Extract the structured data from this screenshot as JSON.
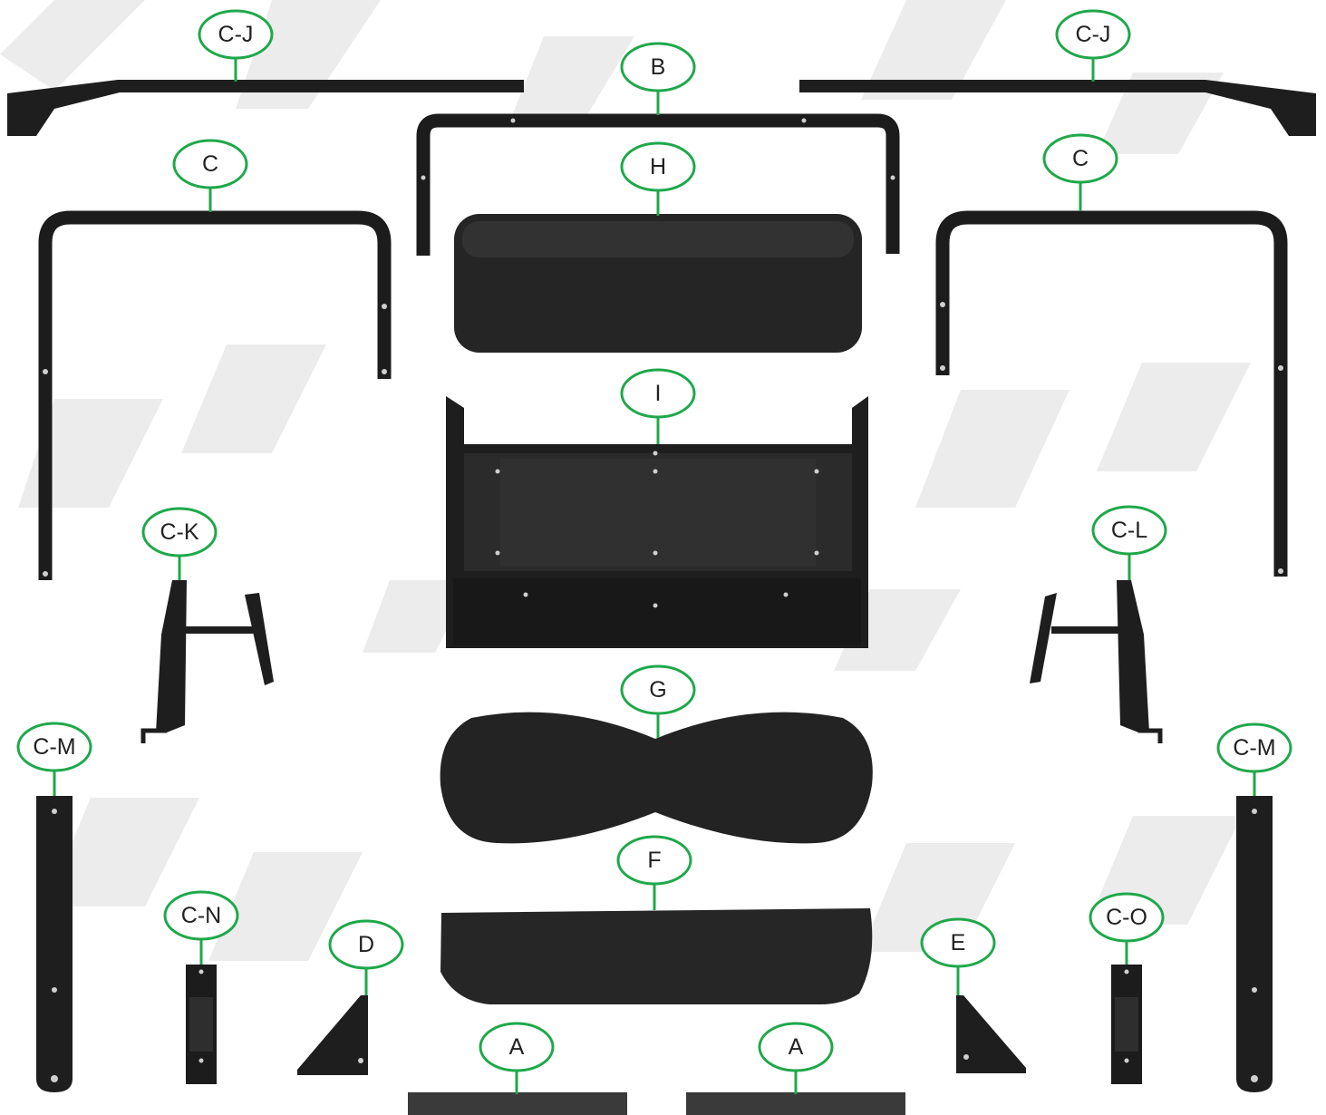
{
  "diagram": {
    "background_color": "#ffffff",
    "part_color": "#1e1e1e",
    "callout_color": "#1fa84a",
    "labels": {
      "cj_left": "C-J",
      "cj_right": "C-J",
      "b": "B",
      "c_left": "C",
      "c_right": "C",
      "h": "H",
      "i": "I",
      "ck": "C-K",
      "cl": "C-L",
      "g": "G",
      "cm_left": "C-M",
      "cm_right": "C-M",
      "f": "F",
      "cn": "C-N",
      "co": "C-O",
      "d": "D",
      "e": "E",
      "a_left": "A",
      "a_right": "A"
    }
  }
}
